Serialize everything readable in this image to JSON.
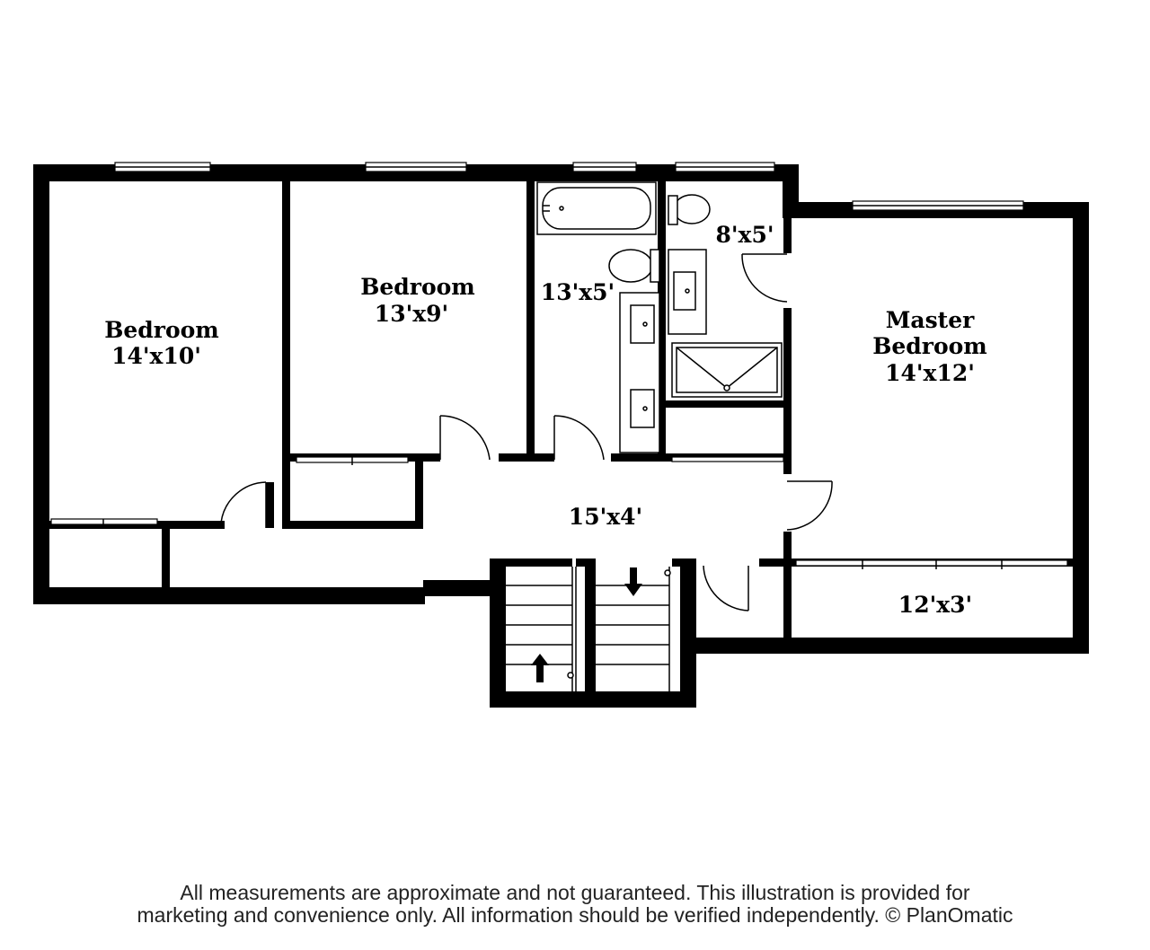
{
  "rooms": {
    "bedroom_1": {
      "name": "Bedroom",
      "size": "14'x10'"
    },
    "bedroom_2": {
      "name": "Bedroom",
      "size": "13'x9'"
    },
    "bath_1": {
      "size": "13'x5'"
    },
    "bath_2": {
      "size": "8'x5'"
    },
    "master": {
      "name_line1": "Master",
      "name_line2": "Bedroom",
      "size": "14'x12'"
    },
    "hall": {
      "size": "15'x4'"
    },
    "closet": {
      "size": "12'x3'"
    }
  },
  "disclaimer": {
    "line1": "All measurements are approximate and not guaranteed. This illustration is provided for",
    "line2": "marketing and convenience only. All information should be verified independently. © PlanOmatic"
  }
}
